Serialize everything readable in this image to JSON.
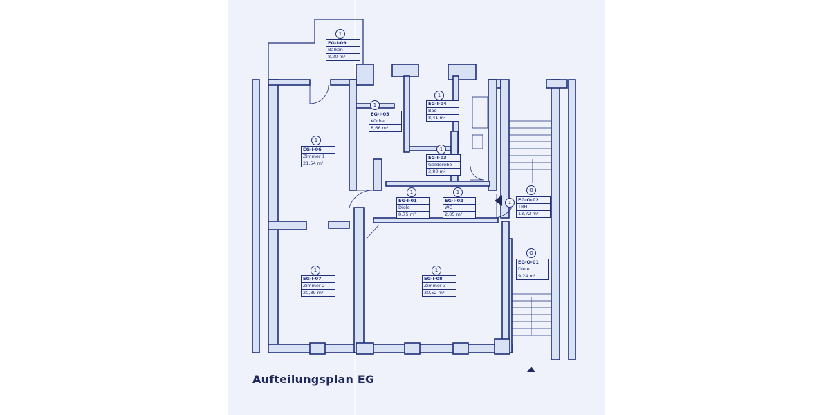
{
  "title": "Aufteilungsplan EG",
  "rooms": [
    {
      "key": "r109",
      "id": "EG-I-09",
      "name": "Balkon",
      "area": "8,20 m²",
      "floor": "1"
    },
    {
      "key": "r105",
      "id": "EG-I-05",
      "name": "Küche",
      "area": "8,66 m²",
      "floor": "1"
    },
    {
      "key": "r104",
      "id": "EG-I-04",
      "name": "Bad",
      "area": "8,41 m²",
      "floor": "1"
    },
    {
      "key": "r106",
      "id": "EG-I-06",
      "name": "Zimmer 1",
      "area": "21,54 m²",
      "floor": "1"
    },
    {
      "key": "r103",
      "id": "EG-I-03",
      "name": "Garderobe",
      "area": "3,80 m²",
      "floor": "1"
    },
    {
      "key": "r101",
      "id": "EG-I-01",
      "name": "Diele",
      "area": "8,75 m²",
      "floor": "1"
    },
    {
      "key": "r102",
      "id": "EG-I-02",
      "name": "WC",
      "area": "2,05 m²",
      "floor": "1"
    },
    {
      "key": "r002",
      "id": "EG-O-02",
      "name": "TRH",
      "area": "13,72 m²",
      "floor": "O"
    },
    {
      "key": "r001",
      "id": "EG-O-01",
      "name": "Diele",
      "area": "9,24 m²",
      "floor": "O"
    },
    {
      "key": "r107",
      "id": "EG-I-07",
      "name": "Zimmer 2",
      "area": "20,89 m²",
      "floor": "1"
    },
    {
      "key": "r108",
      "id": "EG-I-08",
      "name": "Zimmer 3",
      "area": "30,52 m²",
      "floor": "1"
    }
  ],
  "entrance_marker": "1",
  "colors": {
    "ink": "#1f2f7a",
    "wall_fill": "#d9e1f4",
    "paper": "#eff2fb"
  }
}
